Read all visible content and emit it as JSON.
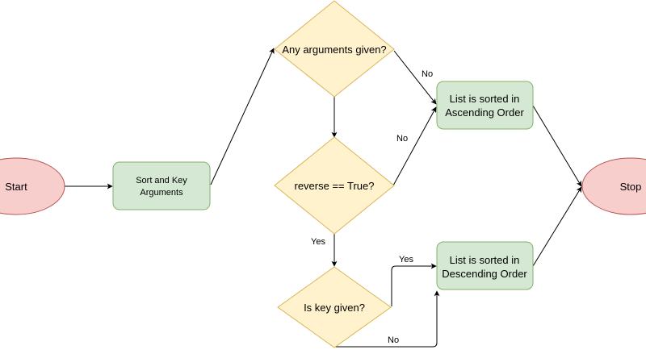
{
  "nodes": {
    "start": {
      "label": "Start"
    },
    "sort_key": {
      "line1": "Sort and Key",
      "line2": "Arguments"
    },
    "any_args": {
      "label": "Any arguments given?"
    },
    "reverse": {
      "label": "reverse == True?"
    },
    "key_given": {
      "label": "Is key given?"
    },
    "ascending": {
      "line1": "List is sorted in",
      "line2": "Ascending Order"
    },
    "descending": {
      "line1": "List is sorted in",
      "line2": "Descending Order"
    },
    "stop": {
      "label": "Stop"
    }
  },
  "edge_labels": {
    "any_args_no": "No",
    "reverse_no": "No",
    "reverse_yes": "Yes",
    "key_yes": "Yes",
    "key_no": "No"
  },
  "colors": {
    "terminal_fill": "#f8cecc",
    "terminal_stroke": "#b85450",
    "process_fill": "#d5e8d4",
    "process_stroke": "#82b366",
    "decision_fill": "#fff2cc",
    "decision_stroke": "#d6b656"
  }
}
